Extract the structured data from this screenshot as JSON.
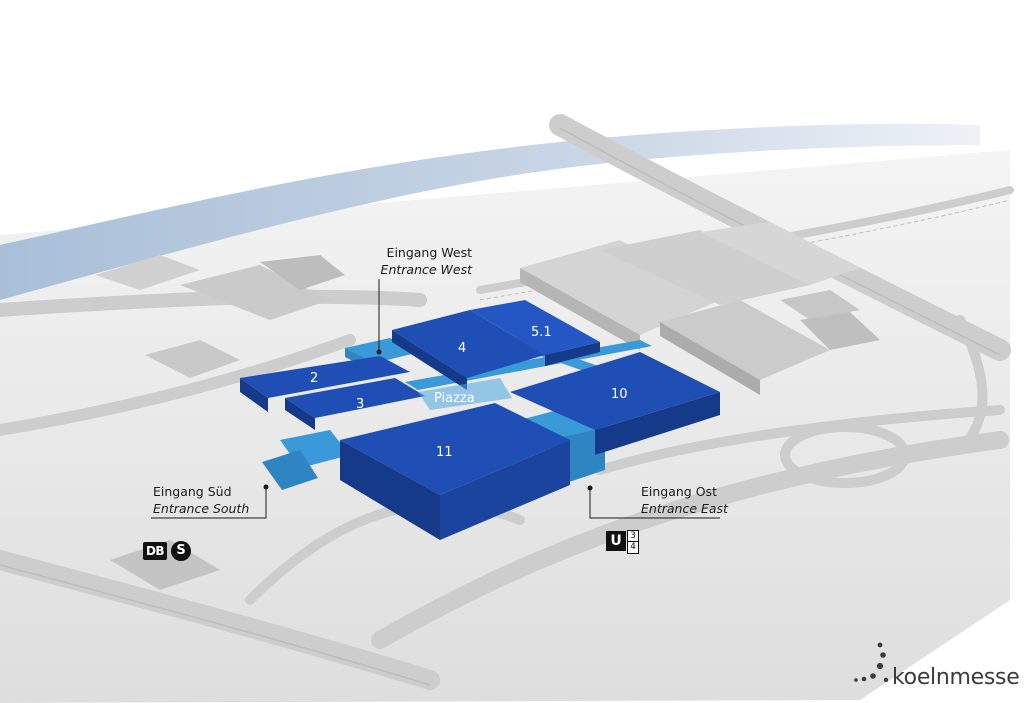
{
  "halls": [
    {
      "id": "2",
      "label": "2"
    },
    {
      "id": "3",
      "label": "3"
    },
    {
      "id": "4",
      "label": "4"
    },
    {
      "id": "5.1",
      "label": "5.1"
    },
    {
      "id": "10",
      "label": "10"
    },
    {
      "id": "11",
      "label": "11"
    }
  ],
  "piazza": {
    "label": "Piazza"
  },
  "entrances": {
    "west": {
      "de": "Eingang West",
      "en": "Entrance West"
    },
    "south": {
      "de": "Eingang Süd",
      "en": "Entrance South"
    },
    "east": {
      "de": "Eingang Ost",
      "en": "Entrance East"
    }
  },
  "transit": {
    "db": "DB",
    "sbahn": "S",
    "ubahn": "U",
    "ubahn_lines": [
      "3",
      "4"
    ]
  },
  "logo": {
    "text": "koelnmesse"
  },
  "colors": {
    "hall_top": "#1f4fb5",
    "hall_side": "#163a8a",
    "connector": "#3a9ad9",
    "river": "#b9c9dc",
    "ground": "#e6e6e6",
    "road": "#cfcfcf",
    "building": "#c2c2c2"
  }
}
